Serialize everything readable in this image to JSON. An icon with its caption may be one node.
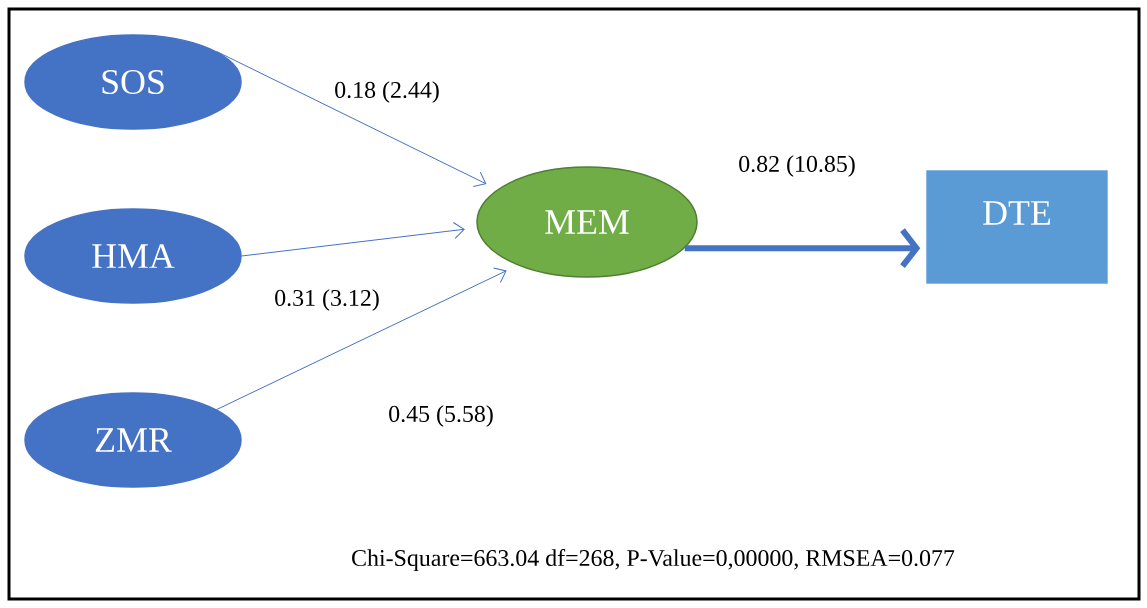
{
  "diagram": {
    "nodes": [
      {
        "text": [
          "SOS"
        ]
      },
      {
        "text": [
          "HMA"
        ]
      },
      {
        "text": [
          "ZMR"
        ]
      },
      {
        "text": [
          "MEM"
        ]
      },
      {
        "text": [
          "DTE"
        ]
      }
    ],
    "edges": [
      {
        "from": 0,
        "to": 3,
        "arrow": "to",
        "label": "0.18 (2.44)"
      },
      {
        "from": 1,
        "to": 3,
        "arrow": "to",
        "label": "0.31 (3.12)"
      },
      {
        "from": 2,
        "to": 3,
        "arrow": "to",
        "label": "0.45 (5.58)"
      },
      {
        "from": 3,
        "to": 4,
        "arrow": "to",
        "label": "0.82 (10.85)",
        "style": "thick"
      }
    ],
    "labels": [
      "Chi-Square=663.04 df=268, P-Value=0,00000, RMSEA=0.077"
    ]
  }
}
